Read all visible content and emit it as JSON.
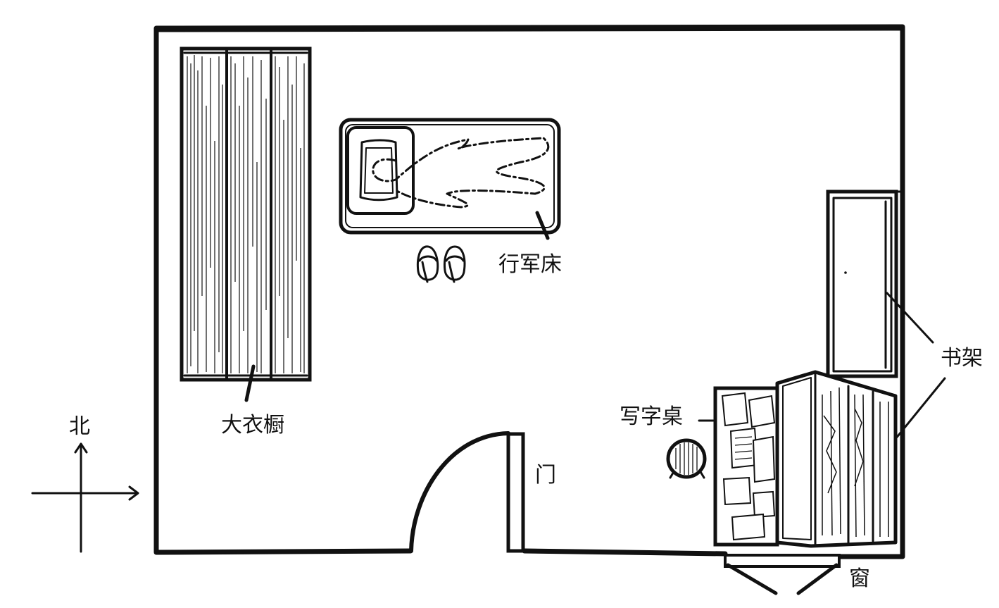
{
  "labels": {
    "wardrobe": "大衣橱",
    "camp_bed": "行军床",
    "bookshelf": "书架",
    "desk": "写字桌",
    "door": "门",
    "window": "窗",
    "north": "北"
  },
  "colors": {
    "ink": "#111111",
    "paper": "#ffffff"
  }
}
